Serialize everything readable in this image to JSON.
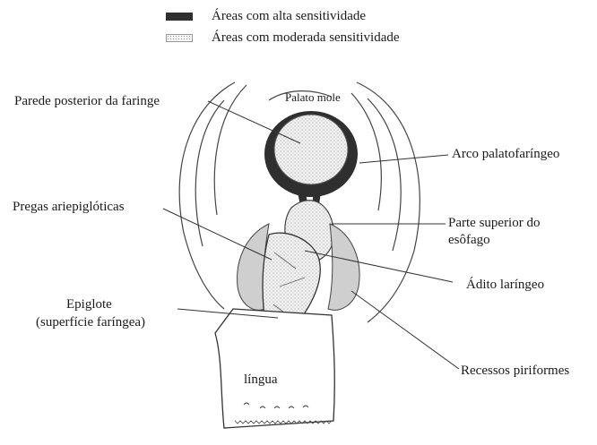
{
  "legend": {
    "high": {
      "label": "Áreas com alta sensitividade",
      "color": "#2f2f2f"
    },
    "moderate": {
      "label": "Áreas com moderada sensitividade",
      "color": "#dcdcdc"
    }
  },
  "labels": {
    "palato_mole": "Palato mole",
    "parede_posterior": "Parede posterior da faringe",
    "arco_palatofaringeo": "Arco palatofaríngeo",
    "pregas_ariepigloticas": "Pregas ariepiglóticas",
    "parte_superior_line1": "Parte superior do",
    "parte_superior_line2": "esôfago",
    "adito_laringeo": "Ádito laríngeo",
    "epiglote_line1": "Epiglote",
    "epiglote_line2": "(superfície faríngea)",
    "recessos_piriformes": "Recessos piriformes",
    "lingua": "língua"
  }
}
